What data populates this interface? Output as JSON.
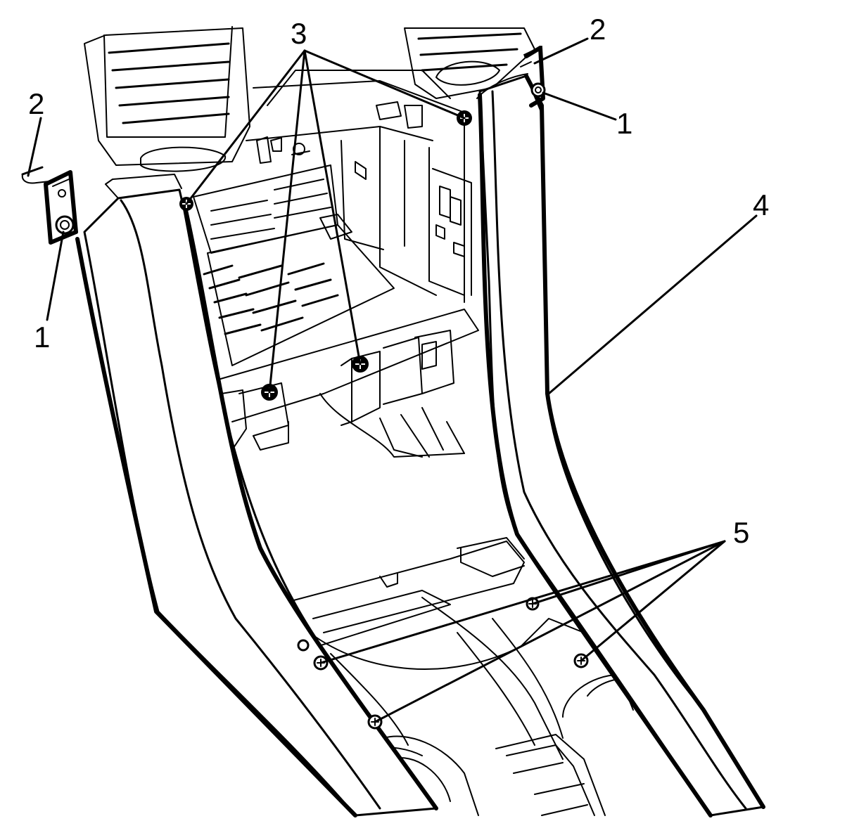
{
  "callouts": {
    "label_1_left": "1",
    "label_1_right": "1",
    "label_2_left": "2",
    "label_2_right": "2",
    "label_3": "3",
    "label_4": "4",
    "label_5": "5"
  },
  "colors": {
    "line": "#000000",
    "background": "#ffffff"
  }
}
